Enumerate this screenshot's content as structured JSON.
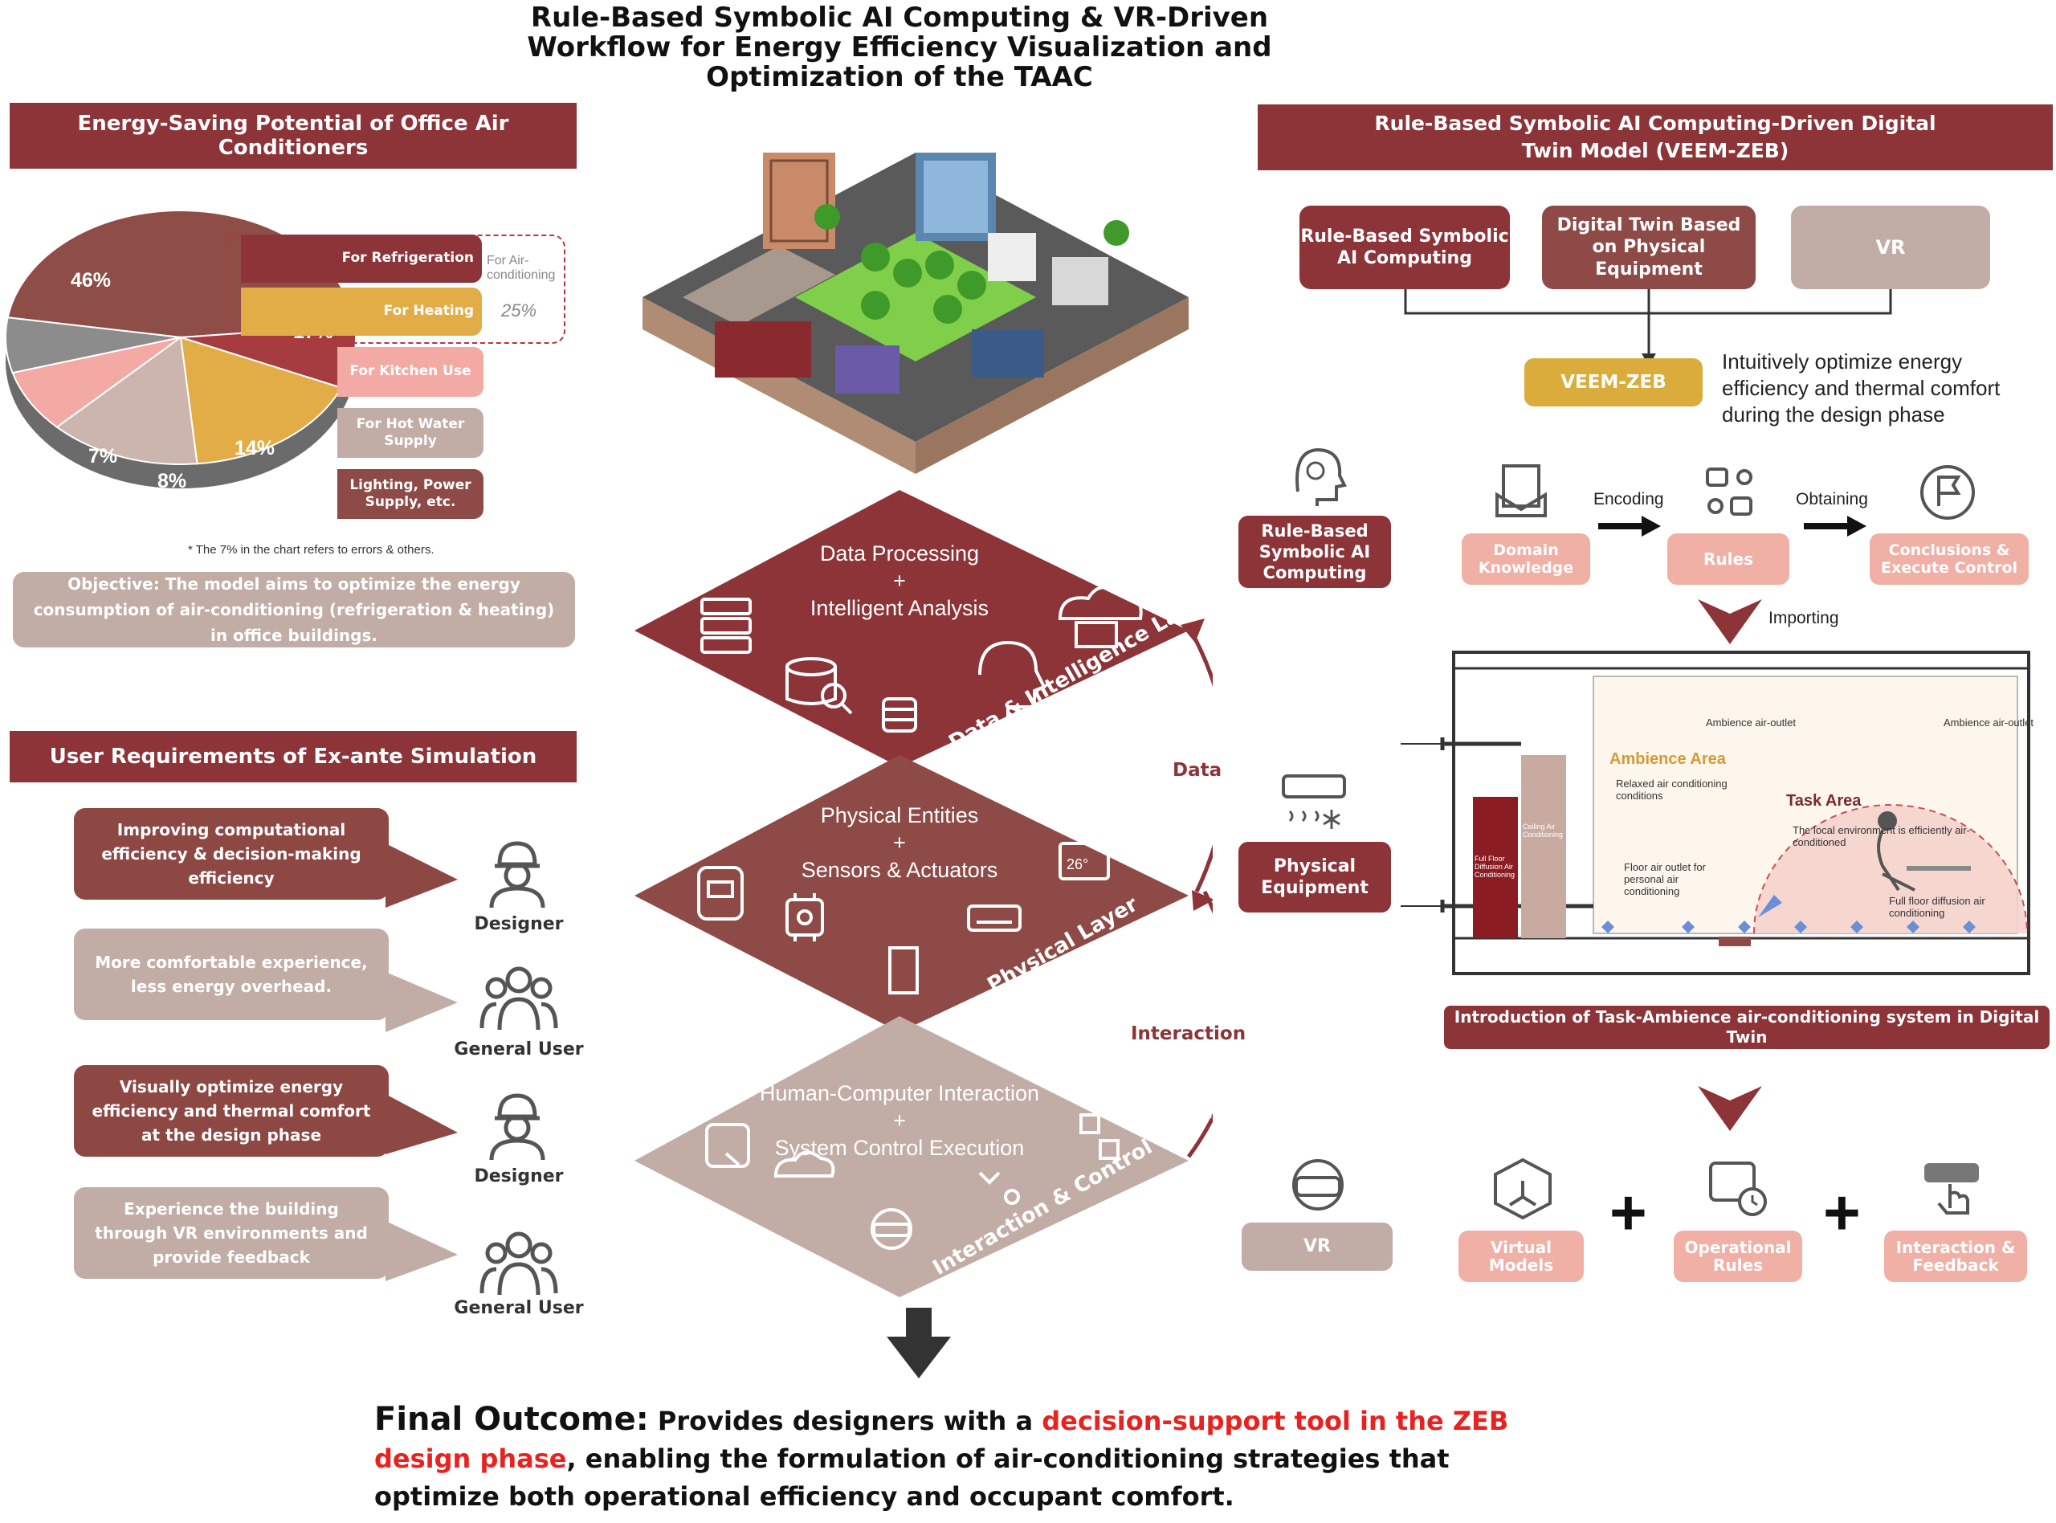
{
  "title": "Rule-Based Symbolic AI Computing & VR-Driven\nWorkflow for Energy Efficiency Visualization and\nOptimization of the TAAC",
  "left": {
    "energy_banner": "Energy-Saving Potential of Office Air Conditioners",
    "pie": {
      "slices": [
        {
          "label": "46%",
          "value": 46,
          "color": "#8e4e47"
        },
        {
          "label": "8%",
          "value": 8,
          "color": "#a43c40"
        },
        {
          "label": "17%",
          "value": 17,
          "color": "#e2ad47"
        },
        {
          "label": "14%",
          "value": 14,
          "color": "#ccb5ad"
        },
        {
          "label": "8%",
          "value": 8,
          "color": "#f4aaa4"
        },
        {
          "label": "7%",
          "value": 7,
          "color": "#8c8c8c"
        }
      ]
    },
    "legend": [
      "For Refrigeration",
      "For Heating",
      "For Kitchen Use",
      "For Hot Water Supply",
      "Lighting, Power Supply, etc."
    ],
    "air_conditioning_note": "For Air-conditioning",
    "air_conditioning_pct": "25%",
    "footnote": "* The 7% in the chart refers to errors & others.",
    "objective": "Objective: The model aims to optimize the energy consumption of air-conditioning (refrigeration & heating) in office buildings.",
    "user_banner": "User Requirements of Ex-ante Simulation",
    "requirements": [
      {
        "text": "Improving computational efficiency & decision-making efficiency",
        "person": "Designer"
      },
      {
        "text": "More comfortable experience, less energy overhead.",
        "person": "General User"
      },
      {
        "text": "Visually optimize energy efficiency and thermal comfort at the design phase",
        "person": "Designer"
      },
      {
        "text": "Experience the building through VR environments and provide feedback",
        "person": "General User"
      }
    ]
  },
  "center": {
    "layers": [
      {
        "line1": "Data Processing",
        "plus": "+",
        "line2": "Intelligent Analysis",
        "label": "Data & Intelligence Layer"
      },
      {
        "line1": "Physical Entities",
        "plus": "+",
        "line2": "Sensors & Actuators",
        "label": "Physical Layer"
      },
      {
        "line1": "Human-Computer Interaction",
        "plus": "+",
        "line2": "System Control Execution",
        "label": "Interaction & Control Layer"
      }
    ],
    "thermostat": "26°",
    "arrow_data": "Data",
    "arrow_interaction": "Interaction"
  },
  "right": {
    "banner": "Rule-Based Symbolic AI Computing-Driven Digital Twin Model (VEEM-ZEB)",
    "top_boxes": [
      "Rule-Based Symbolic AI Computing",
      "Digital Twin Based on Physical Equipment",
      "VR"
    ],
    "veem": "VEEM-ZEB",
    "veem_desc": "Intuitively optimize energy efficiency and thermal comfort during the design phase",
    "rule_box": "Rule-Based Symbolic AI Computing",
    "flow": [
      "Domain Knowledge",
      "Rules",
      "Conclusions & Execute Control"
    ],
    "encoding": "Encoding",
    "obtaining": "Obtaining",
    "importing": "Importing",
    "physical_box": "Physical Equipment",
    "room": {
      "outlet1": "Ambience air-outlet",
      "outlet2": "Ambience air-outlet",
      "ambience_area": "Ambience Area",
      "relaxed": "Relaxed air conditioning conditions",
      "task_area": "Task Area",
      "local": "The local environment is efficiently air-conditioned",
      "floor_outlet": "Floor air outlet for personal air conditioning",
      "full_floor": "Full floor diffusion air conditioning",
      "unit1": "Full Floor Diffusion Air Conditioning",
      "unit2": "Ceiling Air Conditioning"
    },
    "intro": "Introduction of Task-Ambience air-conditioning system in Digital Twin",
    "vr_box": "VR",
    "bottom": [
      "Virtual Models",
      "Operational Rules",
      "Interaction & Feedback"
    ],
    "plus": "+"
  },
  "final": {
    "heading": "Final Outcome:",
    "part1": "Provides designers with a ",
    "highlight": "decision-support tool in the ZEB design phase",
    "part2": ", enabling the formulation of air-conditioning strategies that optimize both operational efficiency and occupant comfort."
  }
}
